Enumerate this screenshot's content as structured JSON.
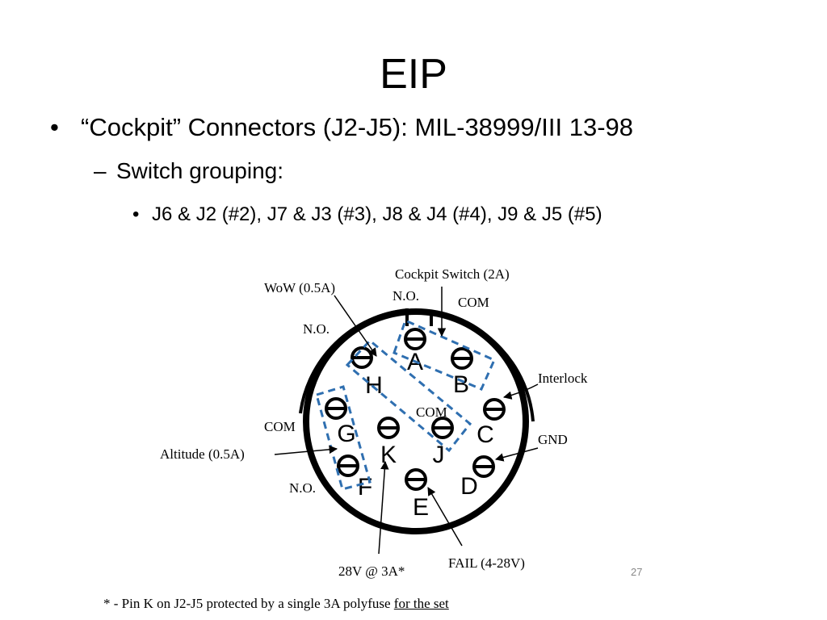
{
  "slide": {
    "title": "EIP",
    "bullets": [
      {
        "marker": "•",
        "text": "“Cockpit” Connectors (J2-J5): MIL-38999/III 13-98"
      },
      {
        "marker": "–",
        "text": "Switch grouping:"
      },
      {
        "marker": "•",
        "text": "J6 & J2 (#2), J7 & J3 (#3), J8 & J4 (#4), J9 & J5 (#5)"
      }
    ],
    "page_number": "27"
  },
  "diagram": {
    "pins": [
      "A",
      "B",
      "C",
      "D",
      "E",
      "F",
      "G",
      "H",
      "J",
      "K"
    ],
    "labels": {
      "cockpit_switch": "Cockpit Switch (2A)",
      "wow": "WoW (0.5A)",
      "no_top": "N.O.",
      "com_top": "COM",
      "no_left": "N.O.",
      "interlock": "Interlock",
      "com_center": "COM",
      "com_left": "COM",
      "gnd": "GND",
      "altitude": "Altitude (0.5A)",
      "no_bottom": "N.O.",
      "fail": "FAIL (4-28V)",
      "v28": "28V @ 3A*"
    },
    "colors": {
      "group_outline": "#2f6fb0",
      "ink": "#000000"
    }
  },
  "footnote": {
    "text": "* - Pin K on J2-J5 protected by a single 3A polyfuse ",
    "underlined": "for the set"
  }
}
